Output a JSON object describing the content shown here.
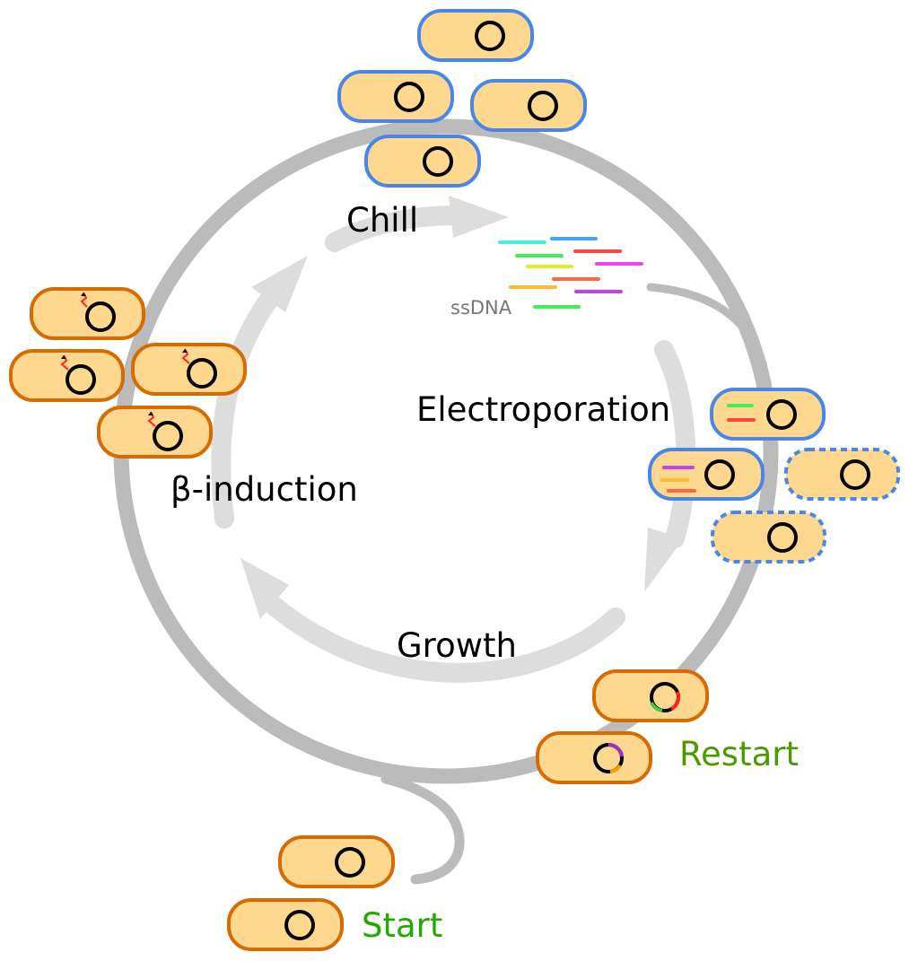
{
  "labels": {
    "chill": "Chill",
    "ssdna": "ssDNA",
    "electroporation": "Electroporation",
    "growth": "Growth",
    "beta_induction": "β-induction",
    "restart": "Restart",
    "start": "Start"
  },
  "colors": {
    "cell_fill": "#FFD88F",
    "cell_border_orange": "#D76A00",
    "cell_border_blue": "#4A86E8",
    "outer_ring": "#BBBBBB",
    "inner_arrows": "#DDDDDD",
    "green_text": "#4A9A00",
    "ssdna_text": "#777777",
    "ssdna_strands": [
      "#44EEDD",
      "#3FA9F5",
      "#44EE55",
      "#FF4444",
      "#DDEE22",
      "#EE44EE",
      "#FFBB33",
      "#FF6644",
      "#BB44EE",
      "#44EE55"
    ]
  }
}
